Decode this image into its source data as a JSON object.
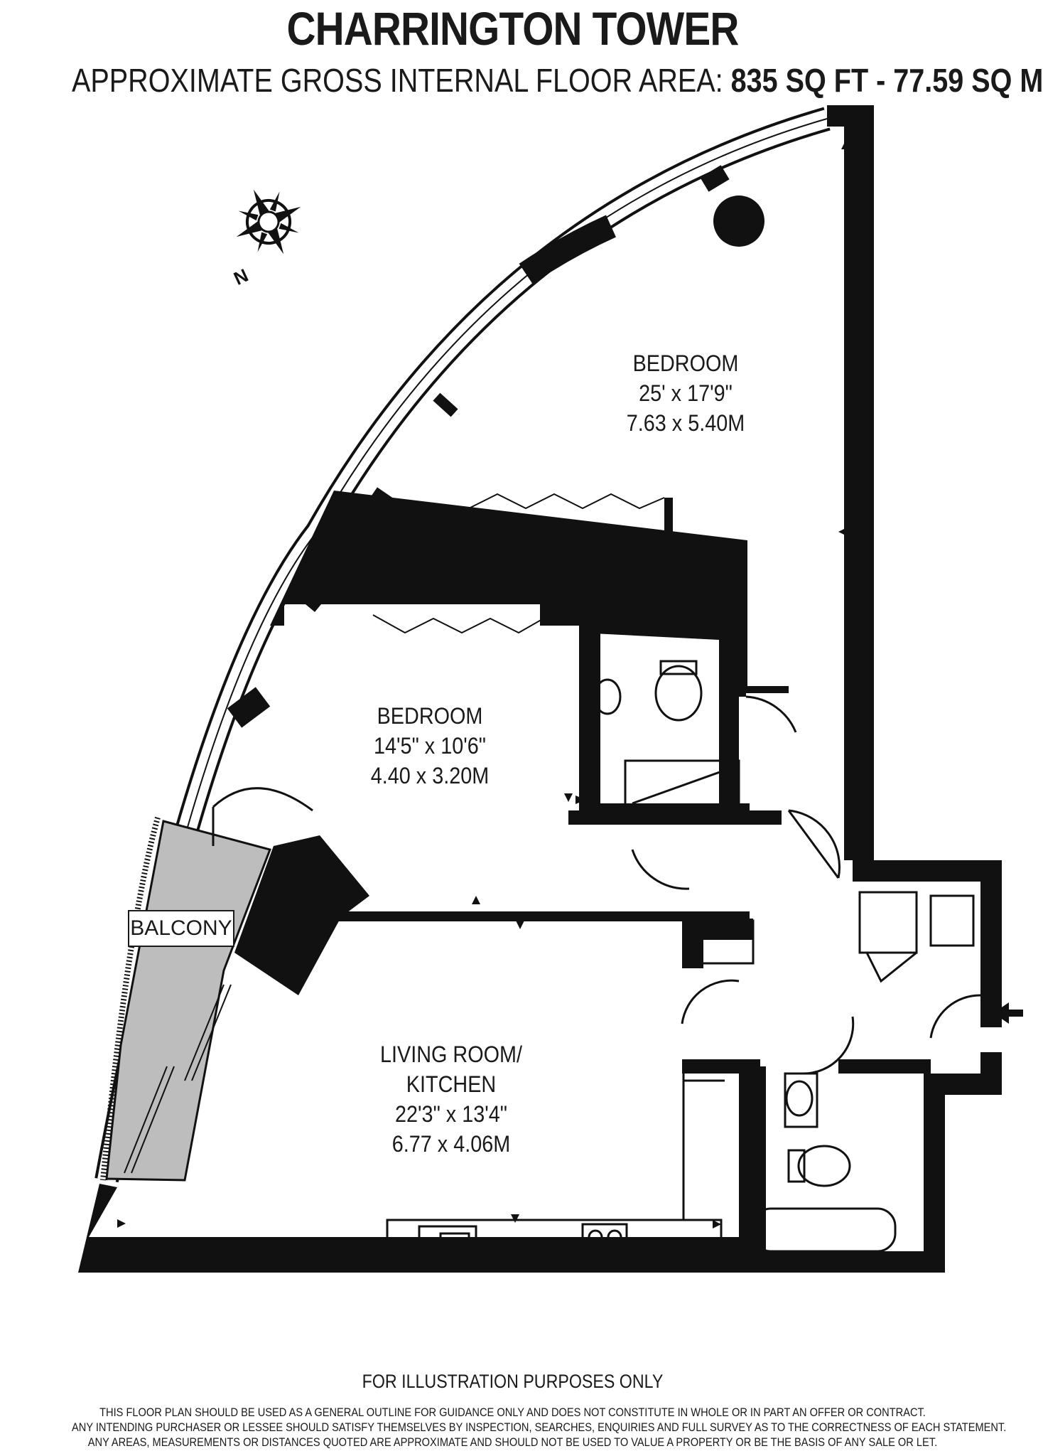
{
  "header": {
    "title": "CHARRINGTON TOWER",
    "area_label": "APPROXIMATE GROSS INTERNAL FLOOR AREA:",
    "area_value": "835 SQ FT  -  77.59 SQ M"
  },
  "compass": {
    "letter": "N"
  },
  "rooms": {
    "bedroom1": {
      "name": "BEDROOM",
      "imperial": "25' x 17'9\"",
      "metric": "7.63 x 5.40M"
    },
    "bedroom2": {
      "name": "BEDROOM",
      "imperial": "14'5\" x 10'6\"",
      "metric": "4.40 x 3.20M"
    },
    "living": {
      "name_line1": "LIVING ROOM/",
      "name_line2": "KITCHEN",
      "imperial": "22'3\" x 13'4\"",
      "metric": "6.77 x 4.06M"
    },
    "balcony": {
      "name": "BALCONY"
    }
  },
  "footer": {
    "illustration": "FOR ILLUSTRATION PURPOSES ONLY",
    "disclaimer_1": "THIS FLOOR PLAN SHOULD BE USED AS A GENERAL OUTLINE FOR GUIDANCE ONLY AND DOES NOT CONSTITUTE IN WHOLE OR IN PART AN OFFER OR CONTRACT.",
    "disclaimer_2": "ANY INTENDING PURCHASER OR LESSEE SHOULD SATISFY THEMSELVES BY INSPECTION, SEARCHES, ENQUIRIES AND FULL SURVEY AS TO THE CORRECTNESS OF EACH STATEMENT.",
    "disclaimer_3": "ANY AREAS, MEASUREMENTS OR DISTANCES QUOTED ARE APPROXIMATE AND SHOULD NOT BE USED TO VALUE A PROPERTY OR BE THE BASIS OF ANY SALE OR LET."
  },
  "colors": {
    "wall": "#111111",
    "balcony_fill": "#bdbdbd",
    "background": "#ffffff"
  }
}
